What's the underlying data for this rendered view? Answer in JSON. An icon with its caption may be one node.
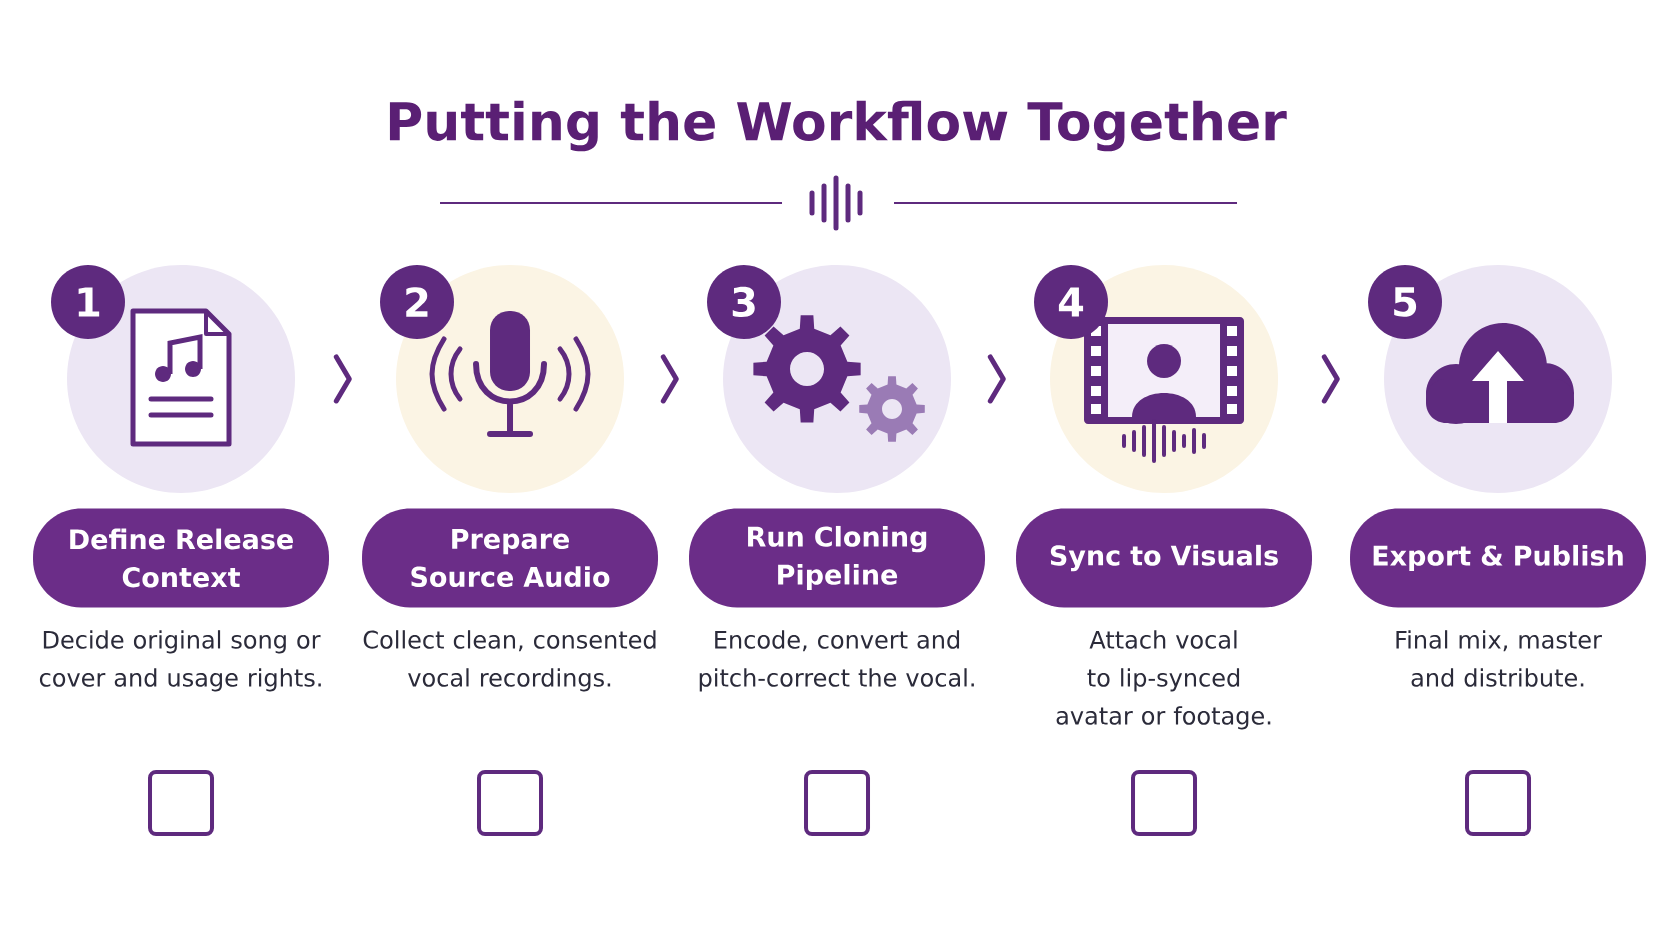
{
  "diagram": {
    "title": "Putting the Workflow Together",
    "nodes": [
      {
        "text": [
          "1"
        ]
      },
      {
        "text": [],
        "shape": "picture"
      },
      {
        "text": [
          "Define Release Context"
        ],
        "beside": [
          "Decide original song or cover and usage rights."
        ]
      },
      {
        "text": [
          "2"
        ]
      },
      {
        "text": [],
        "shape": "picture"
      },
      {
        "text": [
          "Prepare Source Audio"
        ],
        "beside": [
          "Collect clean, consented vocal recordings."
        ]
      },
      {
        "text": [
          "3"
        ]
      },
      {
        "text": [],
        "shape": "picture"
      },
      {
        "text": [
          "Run Cloning Pipeline"
        ],
        "beside": [
          "Encode, convert and pitch-correct the vocal."
        ]
      },
      {
        "text": [
          "4"
        ]
      },
      {
        "text": [],
        "shape": "picture"
      },
      {
        "text": [
          "Sync to Visuals"
        ],
        "beside": [
          "Attach vocal to lip-synced avatar or footage."
        ]
      },
      {
        "text": [
          "5"
        ]
      },
      {
        "text": [],
        "shape": "picture"
      },
      {
        "text": [
          "Export & Publish"
        ],
        "beside": [
          "Final mix, master and distribute."
        ]
      }
    ],
    "edges": [
      {
        "from": 1,
        "to": 4,
        "arrow": "to"
      },
      {
        "from": 4,
        "to": 7,
        "arrow": "to"
      },
      {
        "from": 7,
        "to": 10,
        "arrow": "to"
      },
      {
        "from": 10,
        "to": 13,
        "arrow": "to"
      }
    ]
  }
}
